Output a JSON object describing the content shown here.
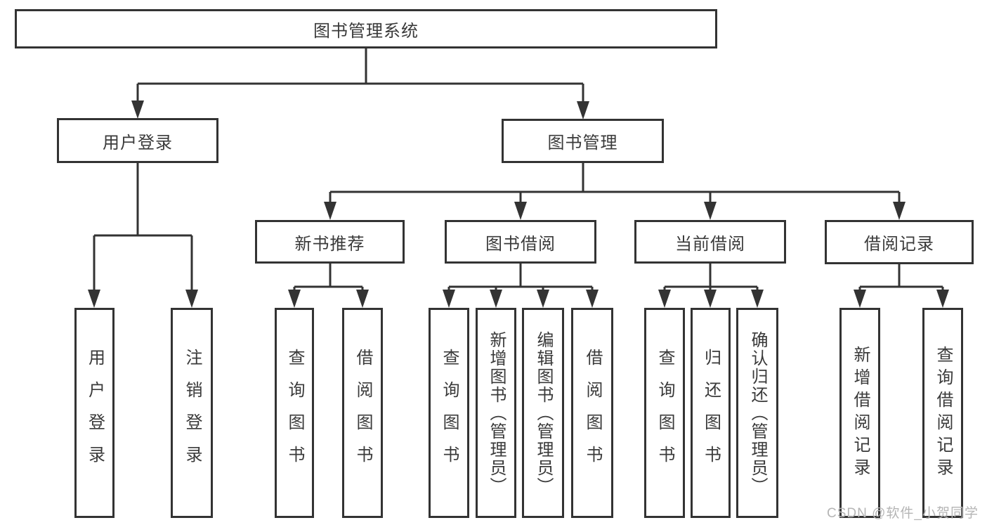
{
  "tree": {
    "root": {
      "label": "图书管理系统"
    },
    "children": [
      {
        "label": "用户登录",
        "children": [
          {
            "label": "用户登录"
          },
          {
            "label": "注销登录"
          }
        ]
      },
      {
        "label": "图书管理",
        "children": [
          {
            "label": "新书推荐",
            "children": [
              {
                "label": "查询图书"
              },
              {
                "label": "借阅图书"
              }
            ]
          },
          {
            "label": "图书借阅",
            "children": [
              {
                "label": "查询图书"
              },
              {
                "label": "新增图书（管理员）"
              },
              {
                "label": "编辑图书（管理员）"
              },
              {
                "label": "借阅图书"
              }
            ]
          },
          {
            "label": "当前借阅",
            "children": [
              {
                "label": "查询图书"
              },
              {
                "label": "归还图书"
              },
              {
                "label": "确认归还（管理员）"
              }
            ]
          },
          {
            "label": "借阅记录",
            "children": [
              {
                "label": "新增借阅记录"
              },
              {
                "label": "查询借阅记录"
              }
            ]
          }
        ]
      }
    ]
  },
  "watermark": "CSDN @软件_小贺同学",
  "colors": {
    "line": "#333333",
    "box_border": "#333333",
    "box_fill": "#ffffff",
    "text": "#3a3a3a",
    "watermark_text": "#b5b5b5"
  }
}
